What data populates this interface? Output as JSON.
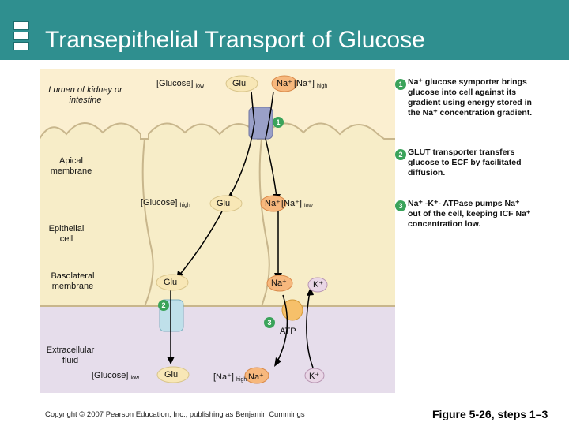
{
  "header": {
    "title": "Transepithelial Transport of Glucose"
  },
  "diagram": {
    "lumen_label": "Lumen of kidney or intestine",
    "apical_label": "Apical membrane",
    "cell_label": "Epithelial cell",
    "basolateral_label": "Basolateral membrane",
    "ecf_label": "Extracellular fluid",
    "lumen": {
      "glucose": "[Glucose]",
      "glucose_sub": "low",
      "glu": "Glu",
      "na": "Na⁺",
      "na_conc": "[Na⁺]",
      "na_sub": "high"
    },
    "cell": {
      "glucose": "[Glucose]",
      "glucose_sub": "high",
      "glu": "Glu",
      "na": "Na⁺",
      "na_conc": "[Na⁺]",
      "na_sub": "low"
    },
    "basal": {
      "glu": "Glu",
      "na": "Na⁺",
      "k": "K⁺",
      "atp": "ATP"
    },
    "ecf": {
      "glucose": "[Glucose]",
      "glucose_sub": "low",
      "glu": "Glu",
      "na_conc": "[Na⁺]",
      "na_sub": "high",
      "na": "Na⁺",
      "k": "K⁺"
    },
    "markers": [
      "1",
      "2",
      "3"
    ]
  },
  "steps": [
    {
      "number": "1",
      "text": "Na⁺ glucose symporter brings glucose into cell against its gradient using energy stored in the Na⁺ concentration gradient."
    },
    {
      "number": "2",
      "text": "GLUT transporter transfers glucose to ECF by facilitated diffusion."
    },
    {
      "number": "3",
      "text": "Na⁺ -K⁺- ATPase pumps Na⁺ out of the cell, keeping ICF Na⁺ concentration low."
    }
  ],
  "footer": {
    "copyright": "Copyright © 2007 Pearson Education, Inc., publishing as Benjamin Cummings",
    "figure": "Figure 5-26, steps 1–3"
  }
}
